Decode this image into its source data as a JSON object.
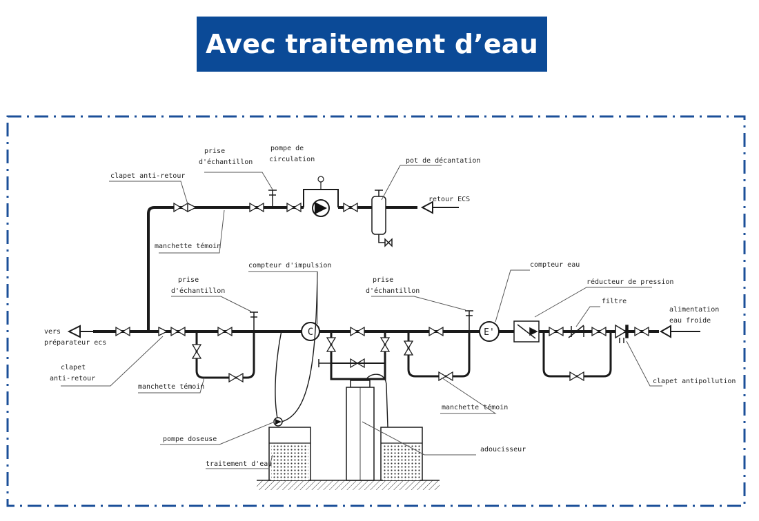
{
  "title": "Avec traitement d’eau",
  "colors": {
    "banner": "#0b4a97",
    "frame": "#1b4f98",
    "line": "#1a1a1a"
  },
  "labels": {
    "clapet_anti_retour_top": "clapet anti-retour",
    "prise_top_1": "prise",
    "prise_top_2": "d'échantillon",
    "pompe_circ_1": "pompe de",
    "pompe_circ_2": "circulation",
    "pot_decantation": "pot de décantation",
    "retour_ecs": "retour ECS",
    "manchette_top": "manchette témoin",
    "compteur_impulsion": "compteur d'impulsion",
    "prise_left_1": "prise",
    "prise_left_2": "d'échantillon",
    "prise_mid_1": "prise",
    "prise_mid_2": "d'échantillon",
    "compteur_eau": "compteur eau",
    "reducteur": "réducteur de pression",
    "filtre": "filtre",
    "alimentation_1": "alimentation",
    "alimentation_2": "eau froide",
    "vers_1": "vers",
    "vers_2": "préparateur ecs",
    "clapet_bottom_1": "clapet",
    "clapet_bottom_2": "anti-retour",
    "manchette_left": "manchette témoin",
    "manchette_right": "manchette témoin",
    "clapet_antipollution": "clapet antipollution",
    "pompe_doseuse": "pompe doseuse",
    "traitement_eau": "traitement d'eau",
    "adoucisseur": "adoucisseur",
    "compteur_c": "C",
    "compteur_e": "E'"
  }
}
